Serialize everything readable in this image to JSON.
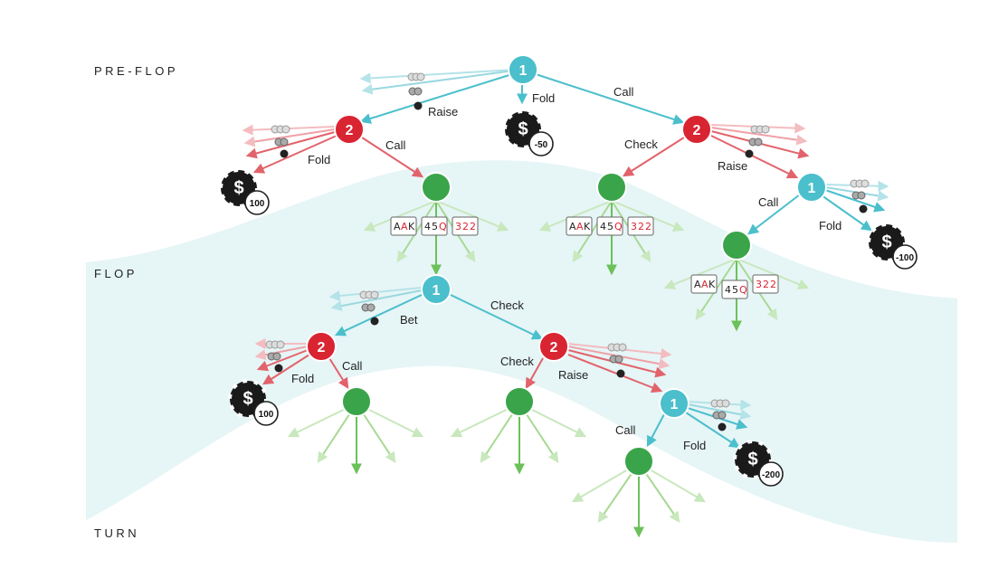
{
  "stages": [
    "PRE-FLOP",
    "FLOP",
    "TURN"
  ],
  "colors": {
    "p1": "#4bbfcc",
    "p2": "#d92432",
    "chance": "#3aa44a",
    "band": "#e6f5f6",
    "arrow_p1": "#4bbfcc",
    "arrow_p2": "#e2636b",
    "arrow_chance": "#7ecb6a"
  },
  "nodes": [
    {
      "id": "pf1",
      "label": "1",
      "player": "p1"
    },
    {
      "id": "pf2a",
      "label": "2",
      "player": "p2"
    },
    {
      "id": "pf2b",
      "label": "2",
      "player": "p2"
    },
    {
      "id": "pf1b",
      "label": "1",
      "player": "p1"
    },
    {
      "id": "fl1",
      "label": "1",
      "player": "p1"
    },
    {
      "id": "fl2a",
      "label": "2",
      "player": "p2"
    },
    {
      "id": "fl2b",
      "label": "2",
      "player": "p2"
    },
    {
      "id": "fl1b",
      "label": "1",
      "player": "p1"
    }
  ],
  "actions": {
    "raise": "Raise",
    "fold": "Fold",
    "call": "Call",
    "check": "Check",
    "bet": "Bet"
  },
  "payoffs": [
    "-50",
    "100",
    "-100",
    "100",
    "-200"
  ],
  "cards": [
    "A",
    "A",
    "K",
    "4",
    "5",
    "Q",
    "3",
    "2",
    "2"
  ]
}
